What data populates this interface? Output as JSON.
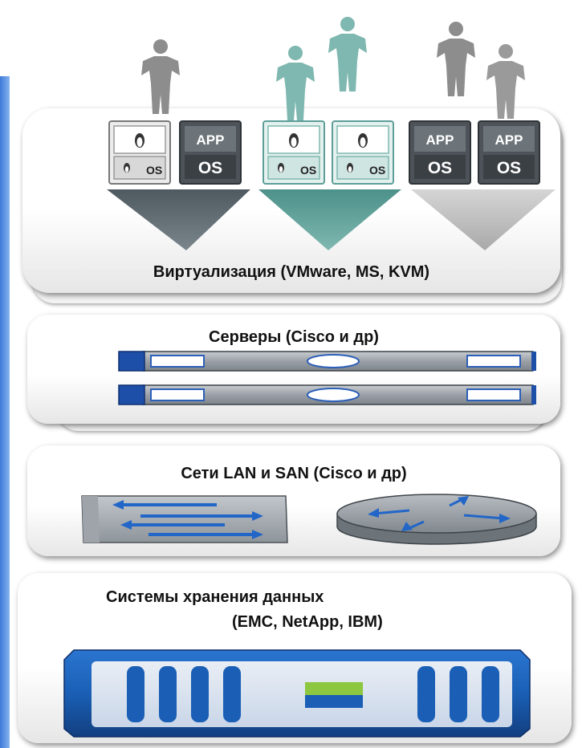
{
  "layers": {
    "virtualization": {
      "label": "Виртуализация (VMware, MS, KVM)"
    },
    "servers": {
      "label": "Серверы (Cisco и др)"
    },
    "networks": {
      "label": "Сети LAN и SAN (Cisco и др)"
    },
    "storage": {
      "label_line1": "Системы хранения данных",
      "label_line2": "(EMC, NetApp, IBM)"
    }
  },
  "vm_text": {
    "app": "APP",
    "os": "OS",
    "os_small": "OS"
  },
  "colors": {
    "person_gray": "#8d8d8d",
    "person_teal": "#7fb8b0",
    "funnel_gray": "#5f6a70",
    "funnel_teal": "#5d9e98",
    "funnel_light": "#bfbfbf",
    "storage_blue": "#1a5fb5",
    "storage_green": "#8dc63f",
    "network_blue": "#2266c8"
  }
}
